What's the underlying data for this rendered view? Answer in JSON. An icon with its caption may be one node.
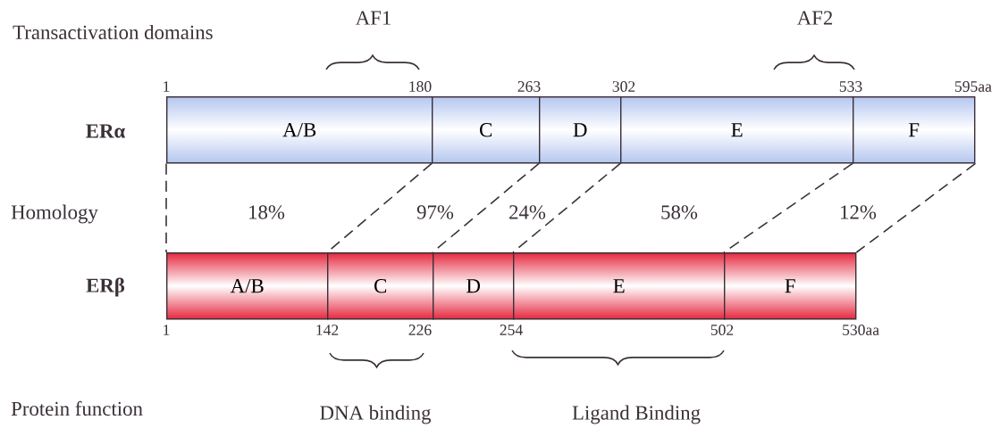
{
  "diagram": {
    "nodes": [
      {
        "text": [
          "A/B"
        ]
      },
      {
        "text": [
          "C"
        ]
      },
      {
        "text": [
          "D"
        ]
      },
      {
        "text": [
          "E"
        ]
      },
      {
        "text": [
          "F"
        ]
      },
      {
        "text": [
          "A/B"
        ]
      },
      {
        "text": [
          "C"
        ]
      },
      {
        "text": [
          "D"
        ]
      },
      {
        "text": [
          "E"
        ]
      },
      {
        "text": [
          "F"
        ]
      }
    ],
    "edges": [
      {
        "from": 0,
        "to": 5,
        "arrow": "none",
        "style": "dashed"
      },
      {
        "from": 1,
        "to": 6,
        "arrow": "none",
        "style": "dashed"
      },
      {
        "from": 2,
        "to": 7,
        "arrow": "none",
        "style": "dashed"
      },
      {
        "from": 3,
        "to": 8,
        "arrow": "none",
        "style": "dashed"
      },
      {
        "from": 4,
        "to": 9,
        "arrow": "none",
        "style": "dashed"
      },
      {
        "from": 4,
        "to": 9,
        "arrow": "none",
        "style": "dashed"
      }
    ],
    "labels": [
      "Transactivation domains",
      "AF1",
      "AF2",
      "1",
      "180",
      "263",
      "302",
      "533",
      "595aa",
      "ERα",
      "Homology",
      "18%",
      "97%",
      "24%",
      "58%",
      "12%",
      "ERβ",
      "1",
      "142",
      "226",
      "254",
      "502",
      "530aa",
      "Protein function",
      "DNA binding",
      "Ligand Binding"
    ]
  }
}
